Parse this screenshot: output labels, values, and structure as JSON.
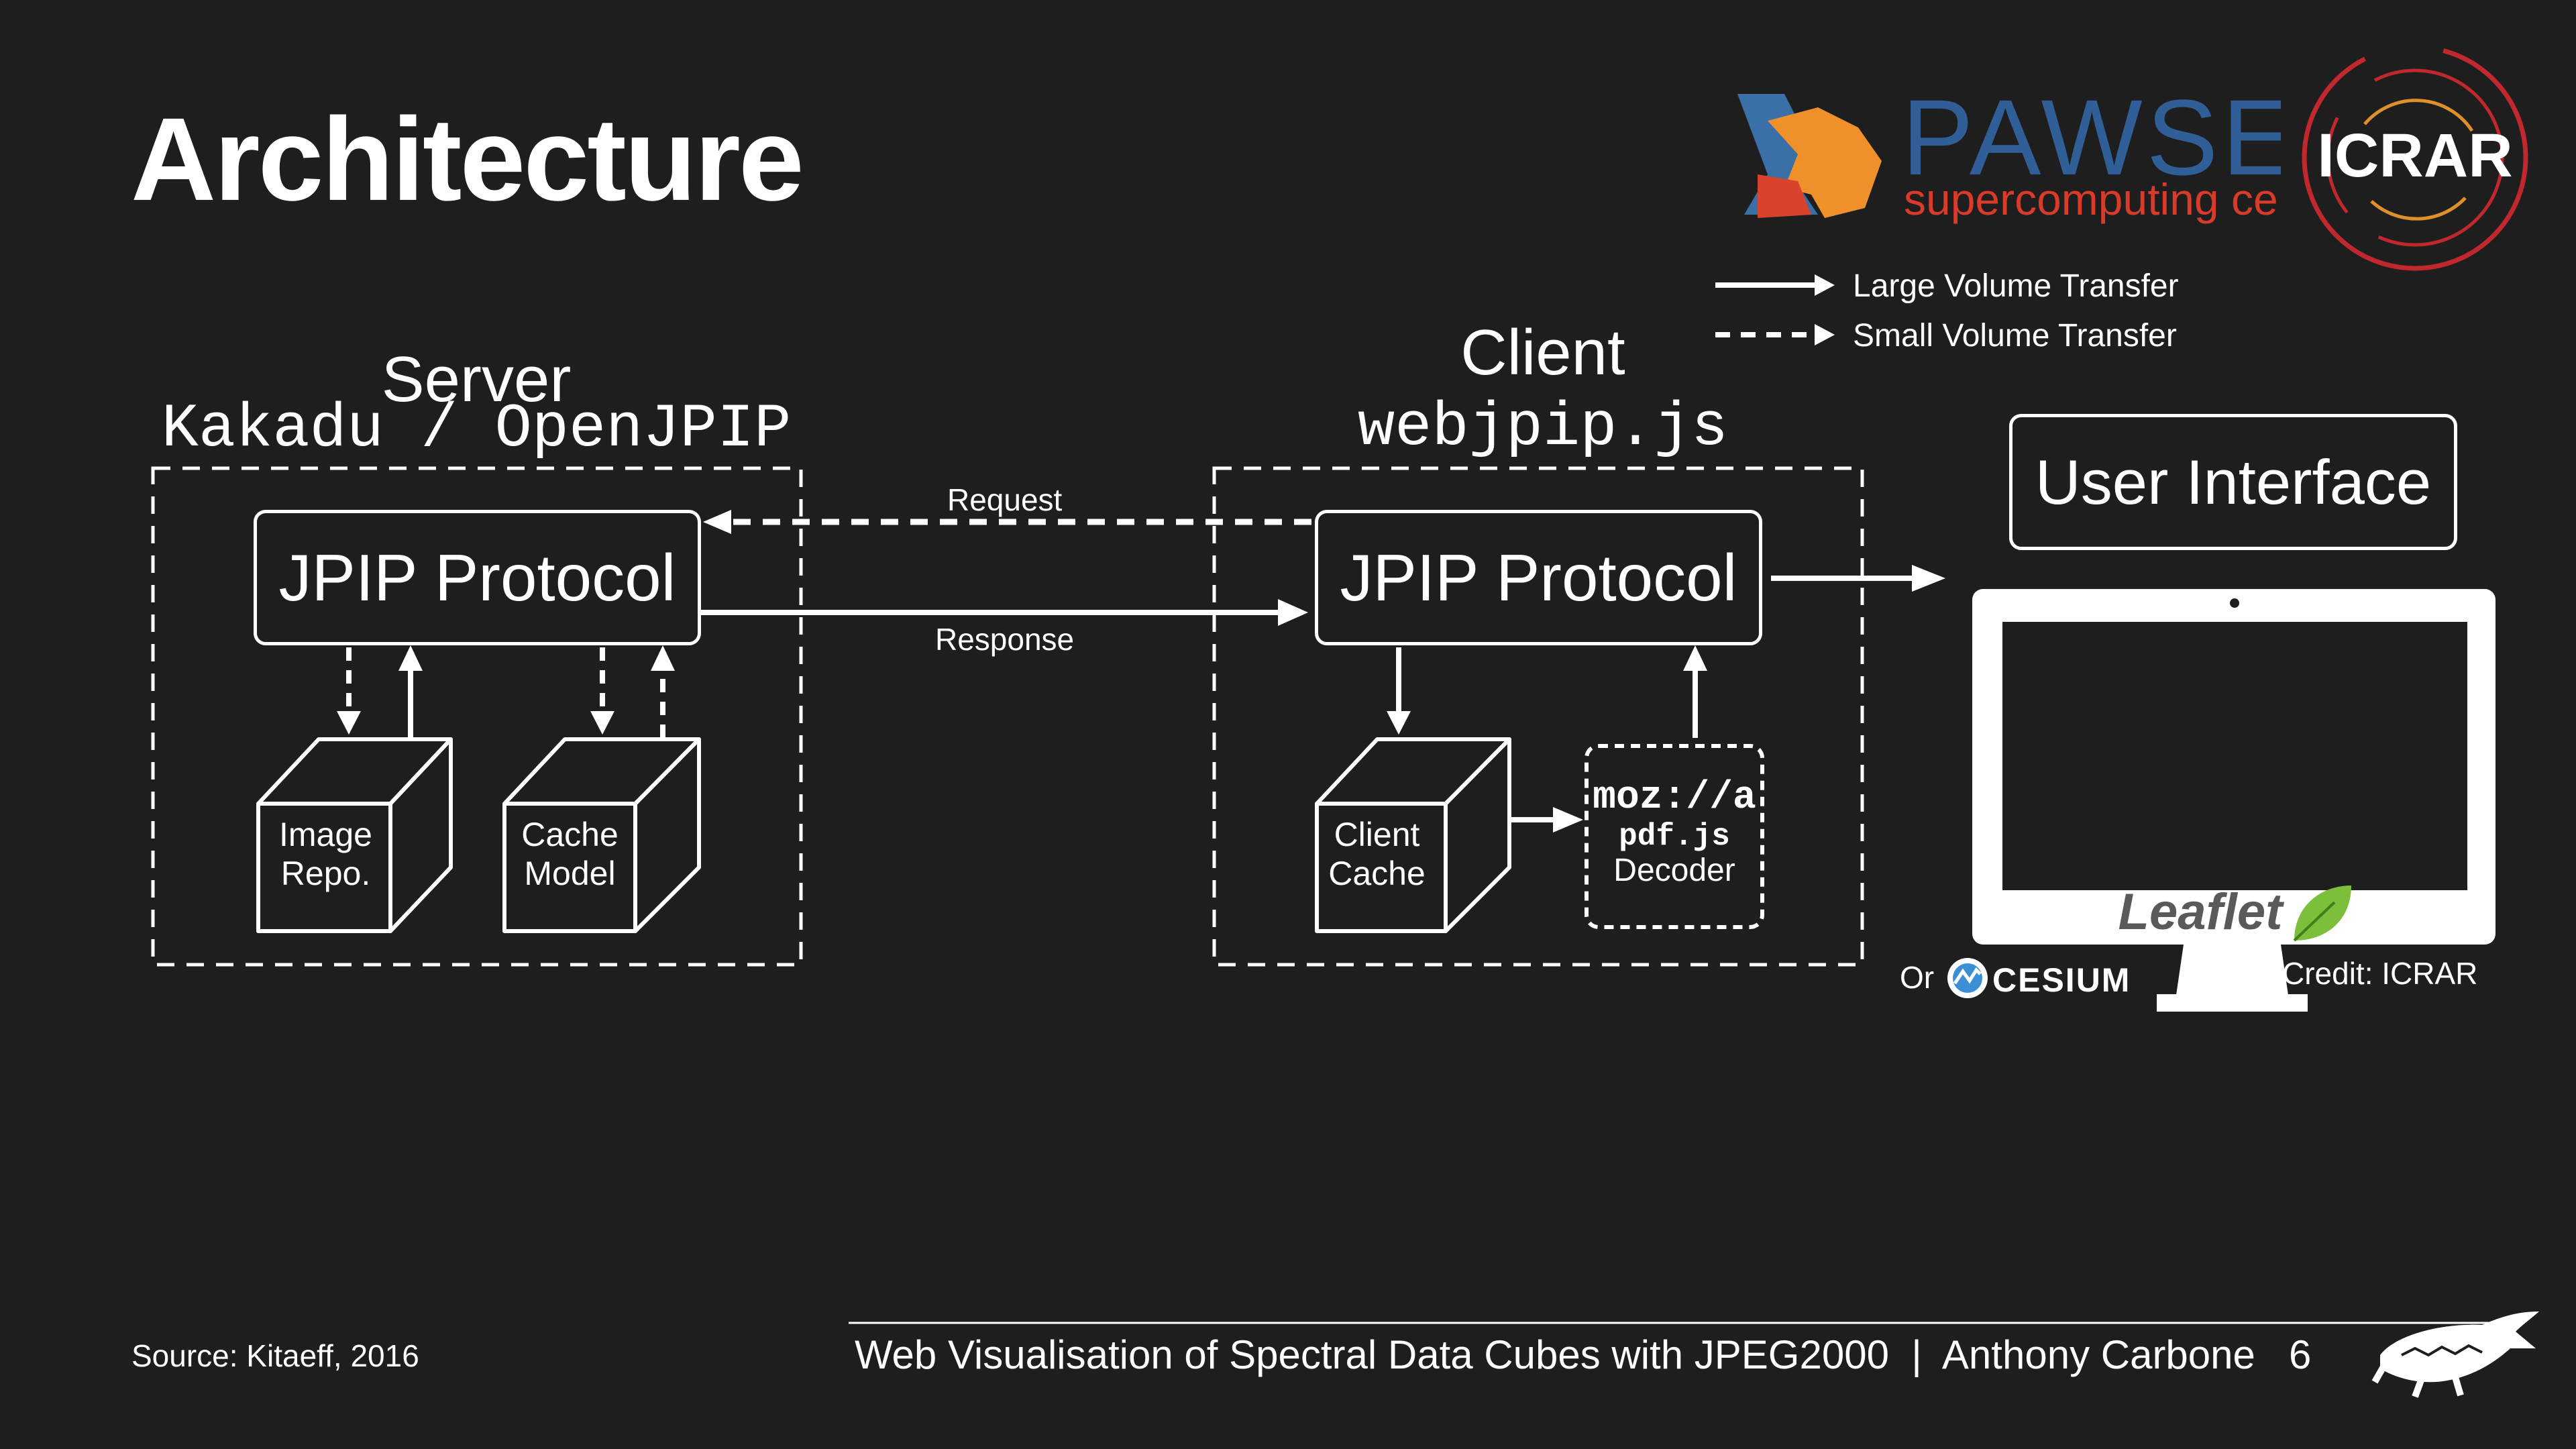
{
  "slide": {
    "title": "Architecture",
    "source": "Source: Kitaeff, 2016",
    "footer_title": "Web Visualisation of Spectral Data Cubes with JPEG2000  |  Anthony Carbone",
    "page_number": "6"
  },
  "logos": {
    "pawsey_name": "PAWSEY",
    "pawsey_sub": "supercomputing centre",
    "icrar": "ICRAR"
  },
  "legend": {
    "large": "Large Volume Transfer",
    "small": "Small Volume Transfer"
  },
  "server": {
    "heading": "Server",
    "subheading": "Kakadu / OpenJPIP",
    "protocol": "JPIP Protocol",
    "cube1_line1": "Image",
    "cube1_line2": "Repo.",
    "cube2_line1": "Cache",
    "cube2_line2": "Model"
  },
  "client": {
    "heading": "Client",
    "subheading": "webjpip.js",
    "protocol": "JPIP Protocol",
    "cube_line1": "Client",
    "cube_line2": "Cache",
    "decoder_line1": "moz://a",
    "decoder_line2": "pdf.js",
    "decoder_line3": "Decoder"
  },
  "arrows": {
    "request": "Request",
    "response": "Response"
  },
  "ui": {
    "label": "User Interface",
    "leaflet": "Leaflet",
    "or": "Or",
    "cesium": "CESIUM",
    "credit": "Credit: ICRAR"
  }
}
